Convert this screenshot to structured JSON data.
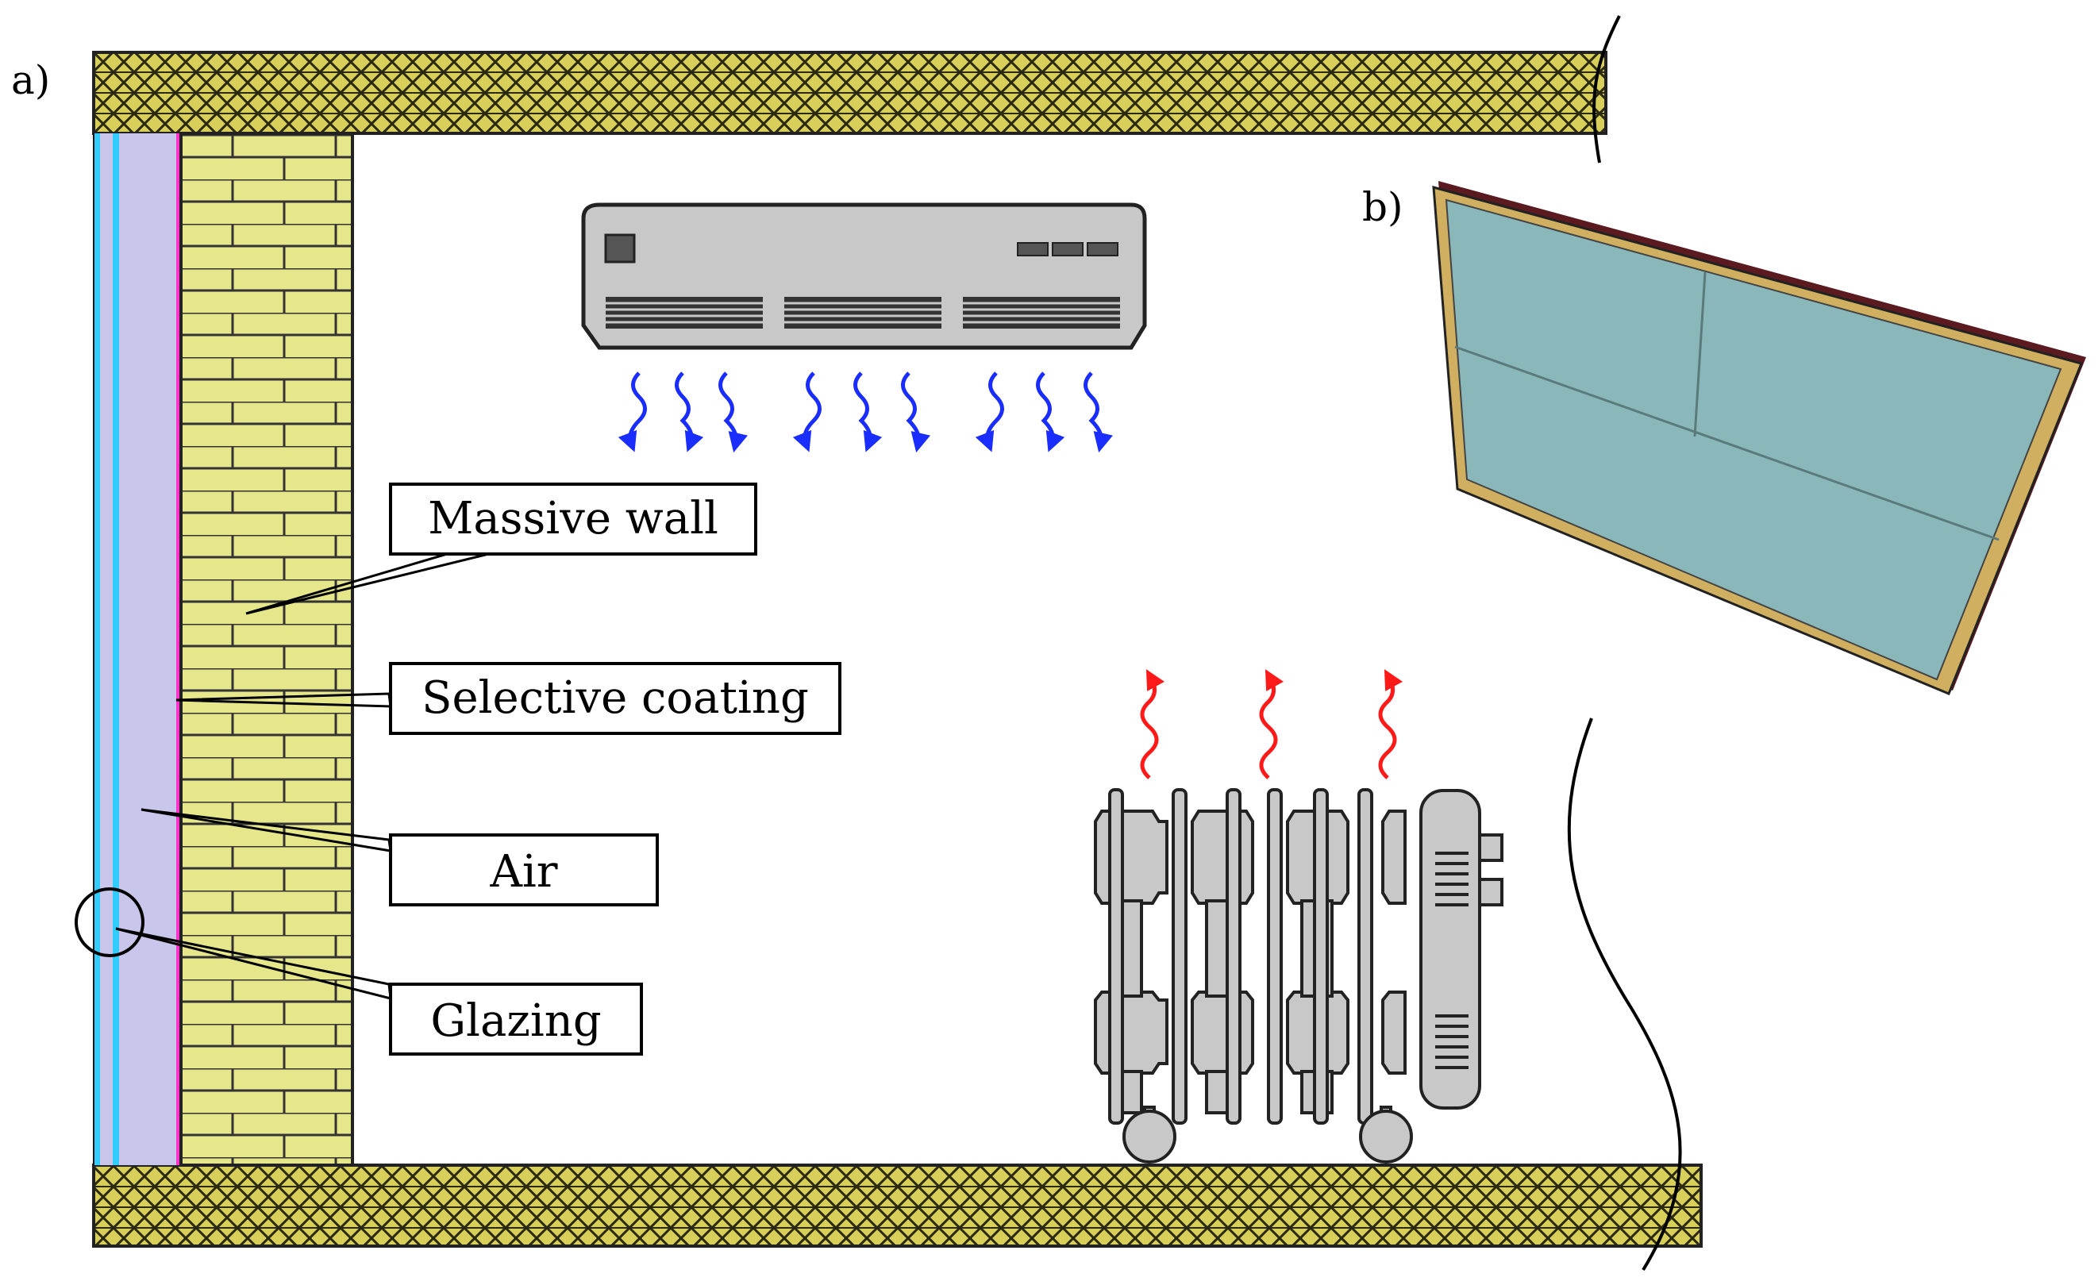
{
  "panel_labels": {
    "a": "a)",
    "b": "b)"
  },
  "callouts": {
    "massive_wall": "Massive wall",
    "selective_coating": "Selective coating",
    "air": "Air",
    "glazing": "Glazing"
  },
  "colors": {
    "insulation_fill": "#d8cf5a",
    "insulation_hatch": "#2b2a10",
    "brick_fill": "#e6e68a",
    "brick_line": "#333333",
    "air_gap": "#c8c6ea",
    "selective_coating": "#ff33cc",
    "glazing": "#33ccff",
    "cold_air_arrows": "#1a2dff",
    "heat_arrows": "#ff1a1a",
    "appliance_gray": "#c8c8c8",
    "appliance_dark": "#333333",
    "panel_glass": "#8ab8ba",
    "panel_frame": "#d0b060",
    "panel_back_edge": "#5a1a20"
  },
  "icons": {
    "air_conditioner": "air-conditioner-icon",
    "radiator": "oil-radiator-icon",
    "panel": "trombe-wall-panel-icon"
  }
}
